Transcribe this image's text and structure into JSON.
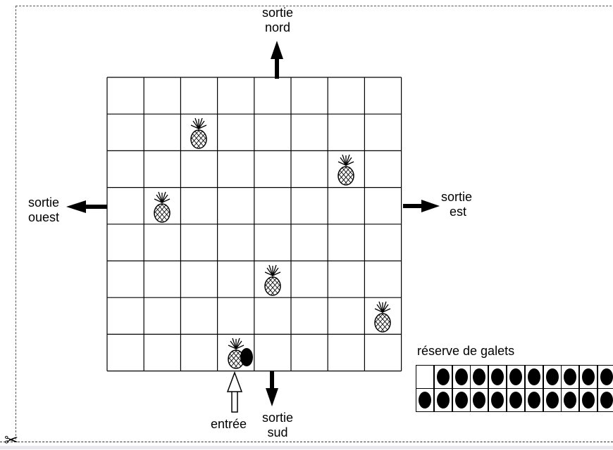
{
  "exits": {
    "north": {
      "line1": "sortie",
      "line2": "nord"
    },
    "south": {
      "line1": "sortie",
      "line2": "sud"
    },
    "west": {
      "line1": "sortie",
      "line2": "ouest"
    },
    "east": {
      "line1": "sortie",
      "line2": "est"
    }
  },
  "entrance_label": "entrée",
  "reserve_label": "réserve de galets",
  "board": {
    "columns": 8,
    "rows": 8,
    "pineapples": [
      {
        "col": 2,
        "row": 1
      },
      {
        "col": 6,
        "row": 2
      },
      {
        "col": 1,
        "row": 3
      },
      {
        "col": 4,
        "row": 5
      },
      {
        "col": 7,
        "row": 6
      },
      {
        "col": 3,
        "row": 7
      }
    ],
    "pebble_on_board": {
      "col": 3,
      "row": 7
    },
    "entrance_col": 3
  },
  "reserve": {
    "row1": [
      false,
      true,
      true,
      true,
      true,
      true,
      true,
      true,
      true,
      true,
      true
    ],
    "row2": [
      true,
      true,
      true,
      true,
      true,
      true,
      true,
      true,
      true,
      true,
      true
    ]
  },
  "icons": {
    "scissors": "scissors-icon",
    "arrow": "arrow-icon",
    "pineapple": "pineapple-icon",
    "pebble": "pebble-icon"
  }
}
